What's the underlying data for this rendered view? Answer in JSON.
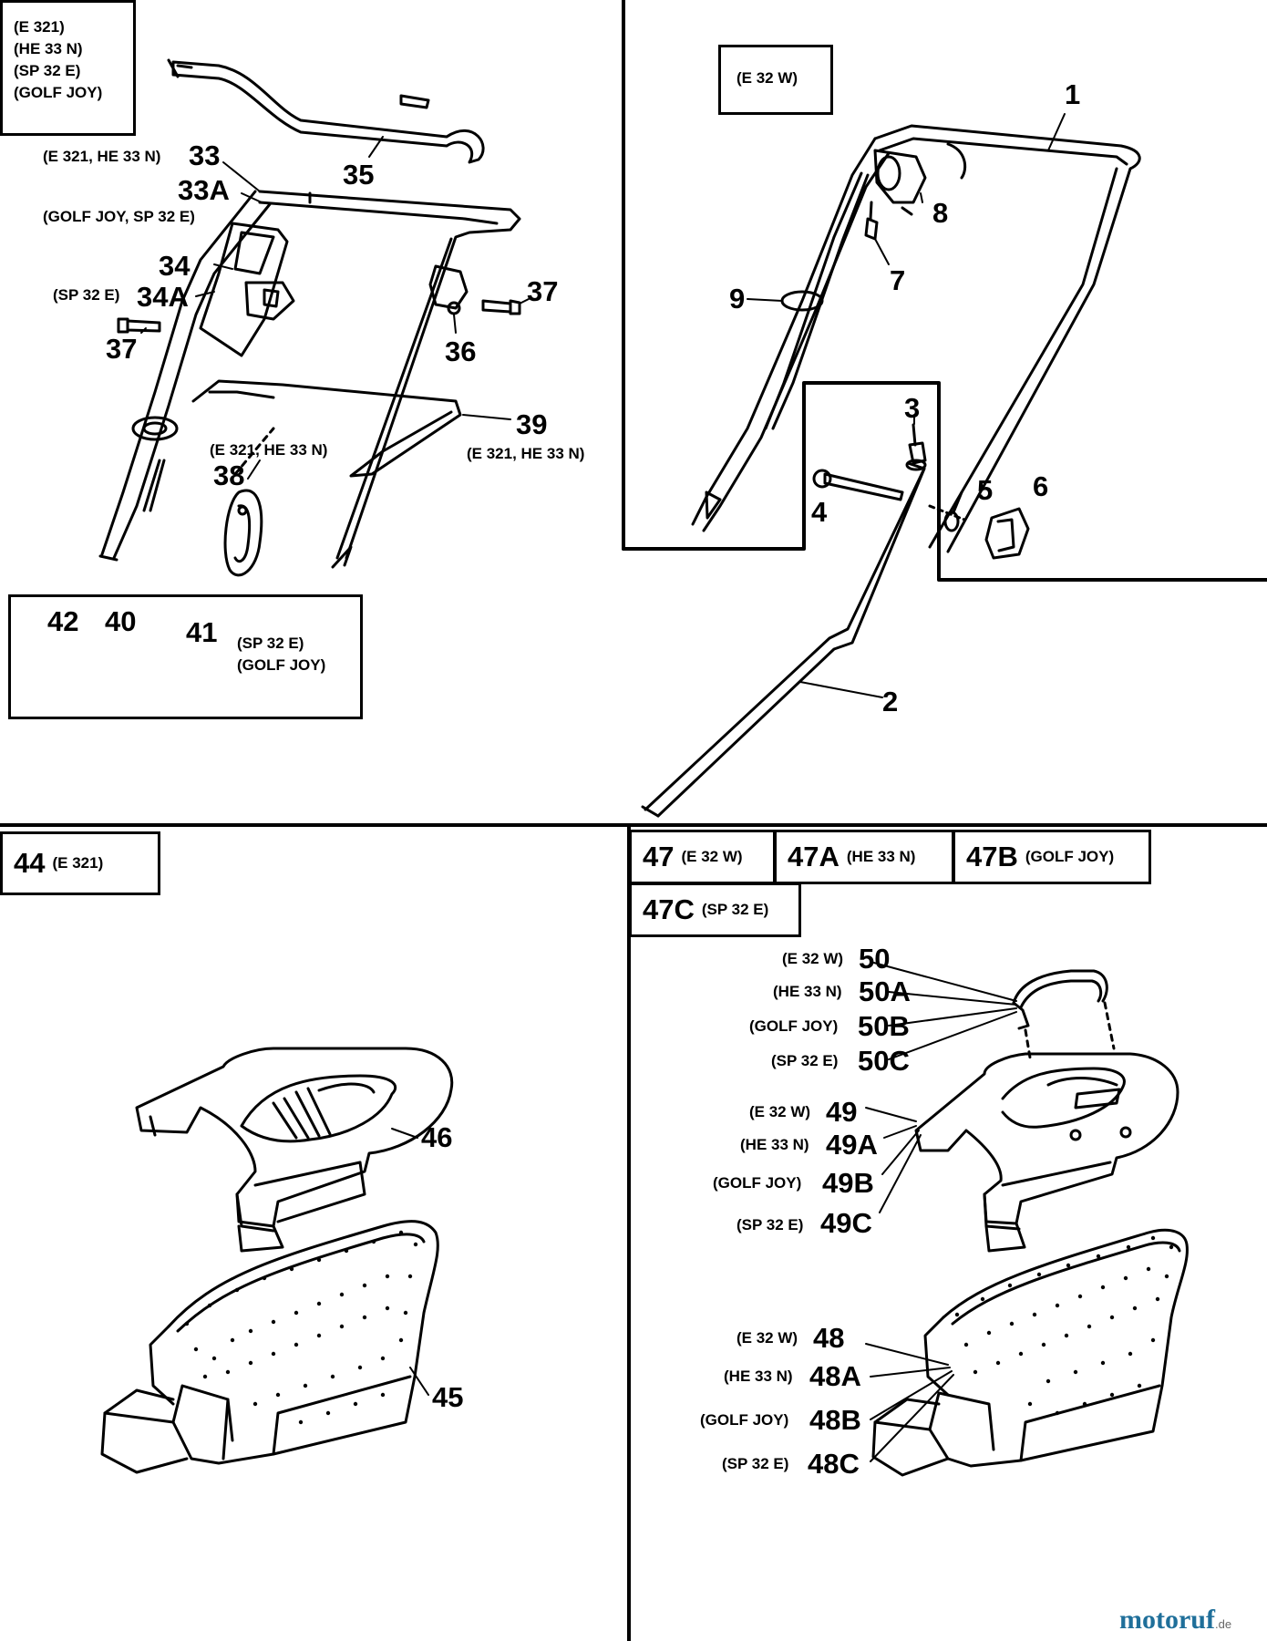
{
  "model_boxes": {
    "top_left": [
      "(E 321)",
      "(HE 33 N)",
      "(SP 32 E)",
      "(GOLF JOY)"
    ],
    "top_right": "(E 32 W)",
    "kit": [
      "(SP 32 E)",
      "(GOLF JOY)"
    ]
  },
  "labels": {
    "l1": "1",
    "l2": "2",
    "l3": "3",
    "l4": "4",
    "l5": "5",
    "l6": "6",
    "l7": "7",
    "l8": "8",
    "l9": "9",
    "l33": "33",
    "l33a": "33A",
    "l34": "34",
    "l34a": "34A",
    "l35": "35",
    "l36": "36",
    "l37a": "37",
    "l37b": "37",
    "l38": "38",
    "l39": "39",
    "l40": "40",
    "l41": "41",
    "l42": "42",
    "l45": "45",
    "l46": "46",
    "l48": "48",
    "l48a": "48A",
    "l48b": "48B",
    "l48c": "48C",
    "l49": "49",
    "l49a": "49A",
    "l49b": "49B",
    "l49c": "49C",
    "l50": "50",
    "l50a": "50A",
    "l50b": "50B",
    "l50c": "50C"
  },
  "notes": {
    "n33": "(E 321, HE 33 N)",
    "n33a": "(GOLF JOY, SP 32 E)",
    "n34a": "(SP 32 E)",
    "n38": "(E 321, HE 33 N)",
    "n39": "(E 321, HE 33 N)",
    "n48": "(E 32 W)",
    "n48a": "(HE 33 N)",
    "n48b": "(GOLF JOY)",
    "n48c": "(SP 32 E)",
    "n49": "(E 32 W)",
    "n49a": "(HE 33 N)",
    "n49b": "(GOLF JOY)",
    "n49c": "(SP 32 E)",
    "n50": "(E 32 W)",
    "n50a": "(HE 33 N)",
    "n50b": "(GOLF JOY)",
    "n50c": "(SP 32 E)"
  },
  "tabs": {
    "t44": {
      "num": "44",
      "model": "(E 321)"
    },
    "t47": {
      "num": "47",
      "model": "(E 32 W)"
    },
    "t47a": {
      "num": "47A",
      "model": "(HE 33 N)"
    },
    "t47b": {
      "num": "47B",
      "model": "(GOLF JOY)"
    },
    "t47c": {
      "num": "47C",
      "model": "(SP 32 E)"
    }
  },
  "watermark": {
    "name": "motoruf",
    "tld": ".de"
  }
}
